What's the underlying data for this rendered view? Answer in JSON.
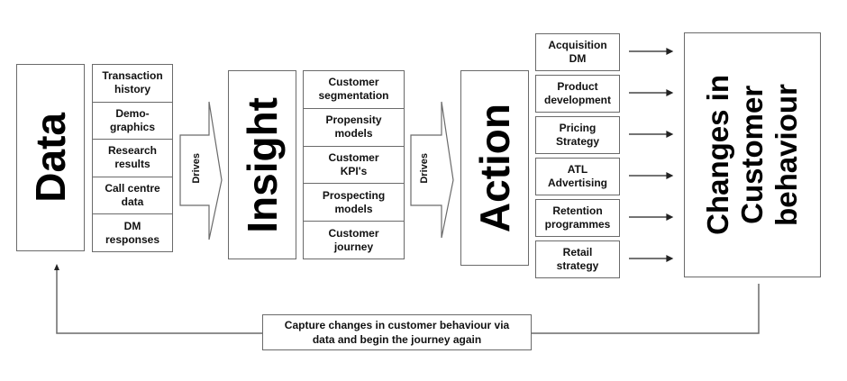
{
  "diagram": {
    "stages": {
      "data": "Data",
      "insight": "Insight",
      "action": "Action",
      "outcome": "Changes in Customer behaviour"
    },
    "outcome_lines": [
      "Changes in",
      "Customer",
      "behaviour"
    ],
    "connector_label": "Drives",
    "data_sources": [
      "Transaction\nhistory",
      "Demo-\ngraphics",
      "Research\nresults",
      "Call centre\ndata",
      "DM\nresponses"
    ],
    "insight_items": [
      "Customer\nsegmentation",
      "Propensity\nmodels",
      "Customer\nKPI's",
      "Prospecting\nmodels",
      "Customer\njourney"
    ],
    "action_items": [
      "Acquisition\nDM",
      "Product\ndevelopment",
      "Pricing\nStrategy",
      "ATL\nAdvertising",
      "Retention\nprogrammes",
      "Retail\nstrategy"
    ],
    "feedback_loop_label": "Capture changes in customer behaviour via\ndata and begin the journey again"
  }
}
